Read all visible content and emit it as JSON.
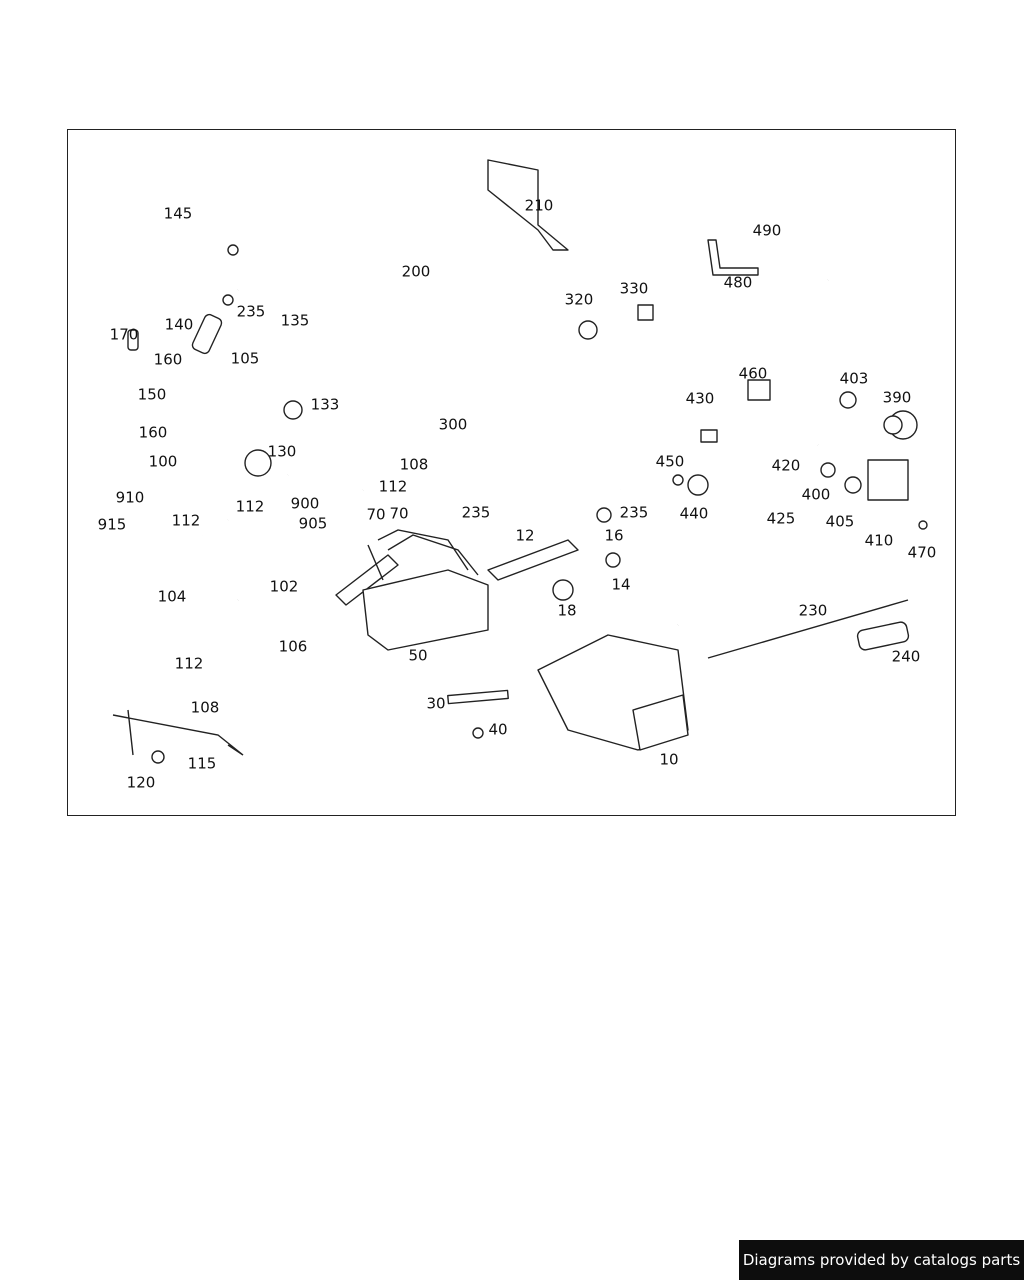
{
  "diagram": {
    "callouts": [
      "145",
      "235",
      "200",
      "210",
      "490",
      "480",
      "135",
      "140",
      "170",
      "160",
      "105",
      "133",
      "150",
      "160",
      "130",
      "100",
      "108",
      "112",
      "300",
      "910",
      "112",
      "112",
      "900",
      "915",
      "905",
      "70",
      "70",
      "235",
      "12",
      "16",
      "14",
      "18",
      "102",
      "104",
      "106",
      "50",
      "112",
      "108",
      "115",
      "120",
      "30",
      "40",
      "10",
      "230",
      "240",
      "320",
      "330",
      "460",
      "403",
      "390",
      "430",
      "450",
      "440",
      "420",
      "400",
      "405",
      "410",
      "470",
      "425",
      "235"
    ]
  },
  "footer": {
    "text": "Diagrams provided by catalogs parts"
  }
}
